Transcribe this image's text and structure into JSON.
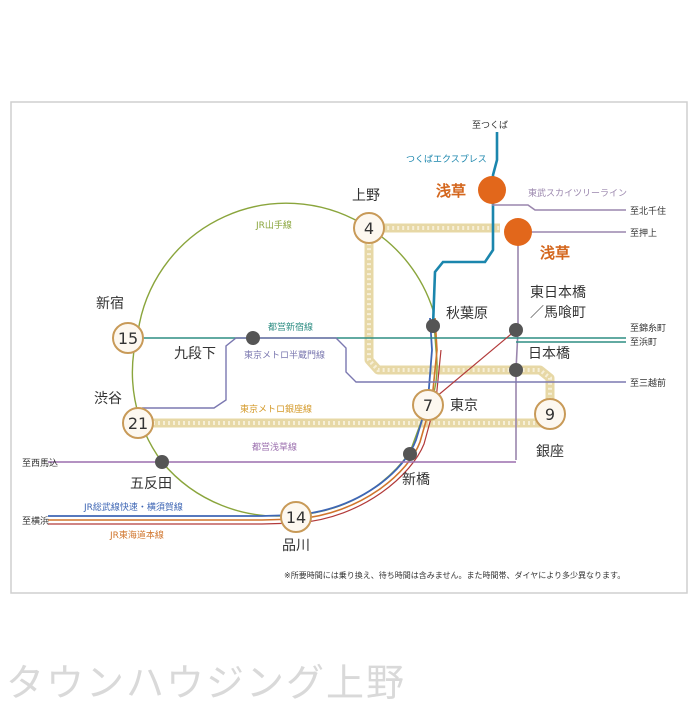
{
  "colors": {
    "frame": "#cfcfcf",
    "yamanote": "#8aa53c",
    "tsukuba": "#1b86ad",
    "skytree": "#9a86ad",
    "shinjuku_line": "#2f8e84",
    "hanzomon": "#7b78b0",
    "ginza": "#e7d8a6",
    "ginza_label": "#d49a2a",
    "asakusa_line": "#9b6fae",
    "sobu": "#3e66b4",
    "tokaido": "#d0752c",
    "node": "#555555",
    "badge_border": "#c89a58",
    "badge_fill": "#fdf8f0",
    "asakusa_dot": "#e2671b",
    "asakusa_text": "#d4671e",
    "misc_line": "#9a9a9a",
    "red_line": "#b23a3a"
  },
  "lines": {
    "yamanote": "JR山手線",
    "tsukuba": "つくばエクスプレス",
    "skytree": "東武スカイツリーライン",
    "shinjuku": "都営新宿線",
    "hanzomon": "東京メトロ半蔵門線",
    "ginza": "東京メトロ銀座線",
    "asakusa": "都営浅草線",
    "sobu": "JR総武線快速・横須賀線",
    "tokaido": "JR東海道本線"
  },
  "stations": {
    "ueno": "上野",
    "shinjuku": "新宿",
    "kudanshita": "九段下",
    "shibuya": "渋谷",
    "gotanda": "五反田",
    "shinagawa": "品川",
    "akihabara": "秋葉原",
    "tokyo": "東京",
    "shimbashi": "新橋",
    "ginza": "銀座",
    "nihonbashi": "日本橋",
    "higashi_nihombashi": "東日本橋",
    "bakurocho": "／馬喰町",
    "asakusa_1": "浅草",
    "asakusa_2": "浅草"
  },
  "badges": {
    "ueno": "4",
    "shinjuku": "15",
    "shibuya": "21",
    "tokyo": "7",
    "ginza": "9",
    "shinagawa": "14"
  },
  "destinations": {
    "tsukuba": "至つくば",
    "kitasenju": "至北千住",
    "oshiage": "至押上",
    "kinshicho": "至錦糸町",
    "hamacho": "至浜町",
    "mitsukoshimae": "至三越前",
    "nishimagome": "至西馬込",
    "yokohama": "至横浜"
  },
  "footnote": "※所要時間には乗り換え、待ち時間は含みません。また時間帯、ダイヤにより多少異なります。",
  "watermark": "タウンハウジング上野"
}
